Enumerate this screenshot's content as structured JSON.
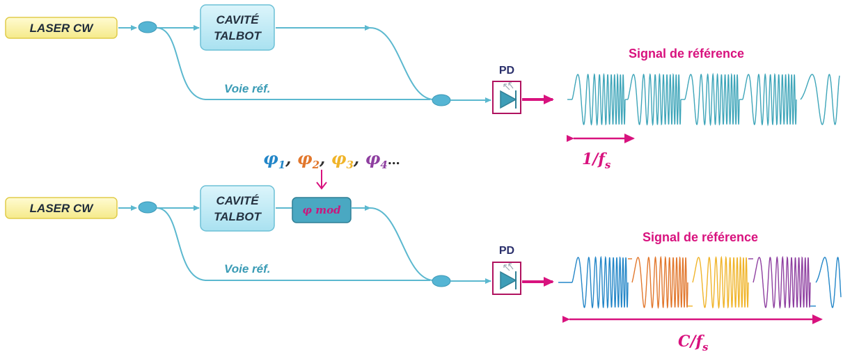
{
  "colors": {
    "fiber": "#5bb8cf",
    "accent": "#d8127e",
    "laser_fill": "#fbf6b0",
    "laser_stroke": "#e0cc4a",
    "cavity_fill": "#bfeaf5",
    "cavity_stroke": "#6cc0d6",
    "mod_fill": "#4aa8c2",
    "coupler": "#55b5d4",
    "wave_ref": "#3ea5b9",
    "phase1": "#2386c8",
    "phase2": "#e2772c",
    "phase3": "#f0b429",
    "phase4": "#8e3fa0"
  },
  "top": {
    "laser_label": "LASER CW",
    "cavity_line1": "CAVITÉ",
    "cavity_line2": "TALBOT",
    "ref_path_label": "Voie  réf.",
    "pd_label": "PD",
    "signal_label": "Signal de référence",
    "period_label": "1/",
    "period_var": "f",
    "period_sub": "s"
  },
  "bottom": {
    "laser_label": "LASER CW",
    "cavity_line1": "CAVITÉ",
    "cavity_line2": "TALBOT",
    "modulator_label": "φ mod",
    "ref_path_label": "Voie  réf.",
    "pd_label": "PD",
    "signal_label": "Signal de référence",
    "period_label": "C/",
    "period_var": "f",
    "period_sub": "s"
  },
  "phases": {
    "symbol": "φ",
    "items": [
      {
        "sub": "1",
        "color": "#2386c8"
      },
      {
        "sub": "2",
        "color": "#e2772c"
      },
      {
        "sub": "3",
        "color": "#f0b429"
      },
      {
        "sub": "4",
        "color": "#8e3fa0"
      }
    ],
    "separator": ",",
    "ellipsis": "…"
  }
}
